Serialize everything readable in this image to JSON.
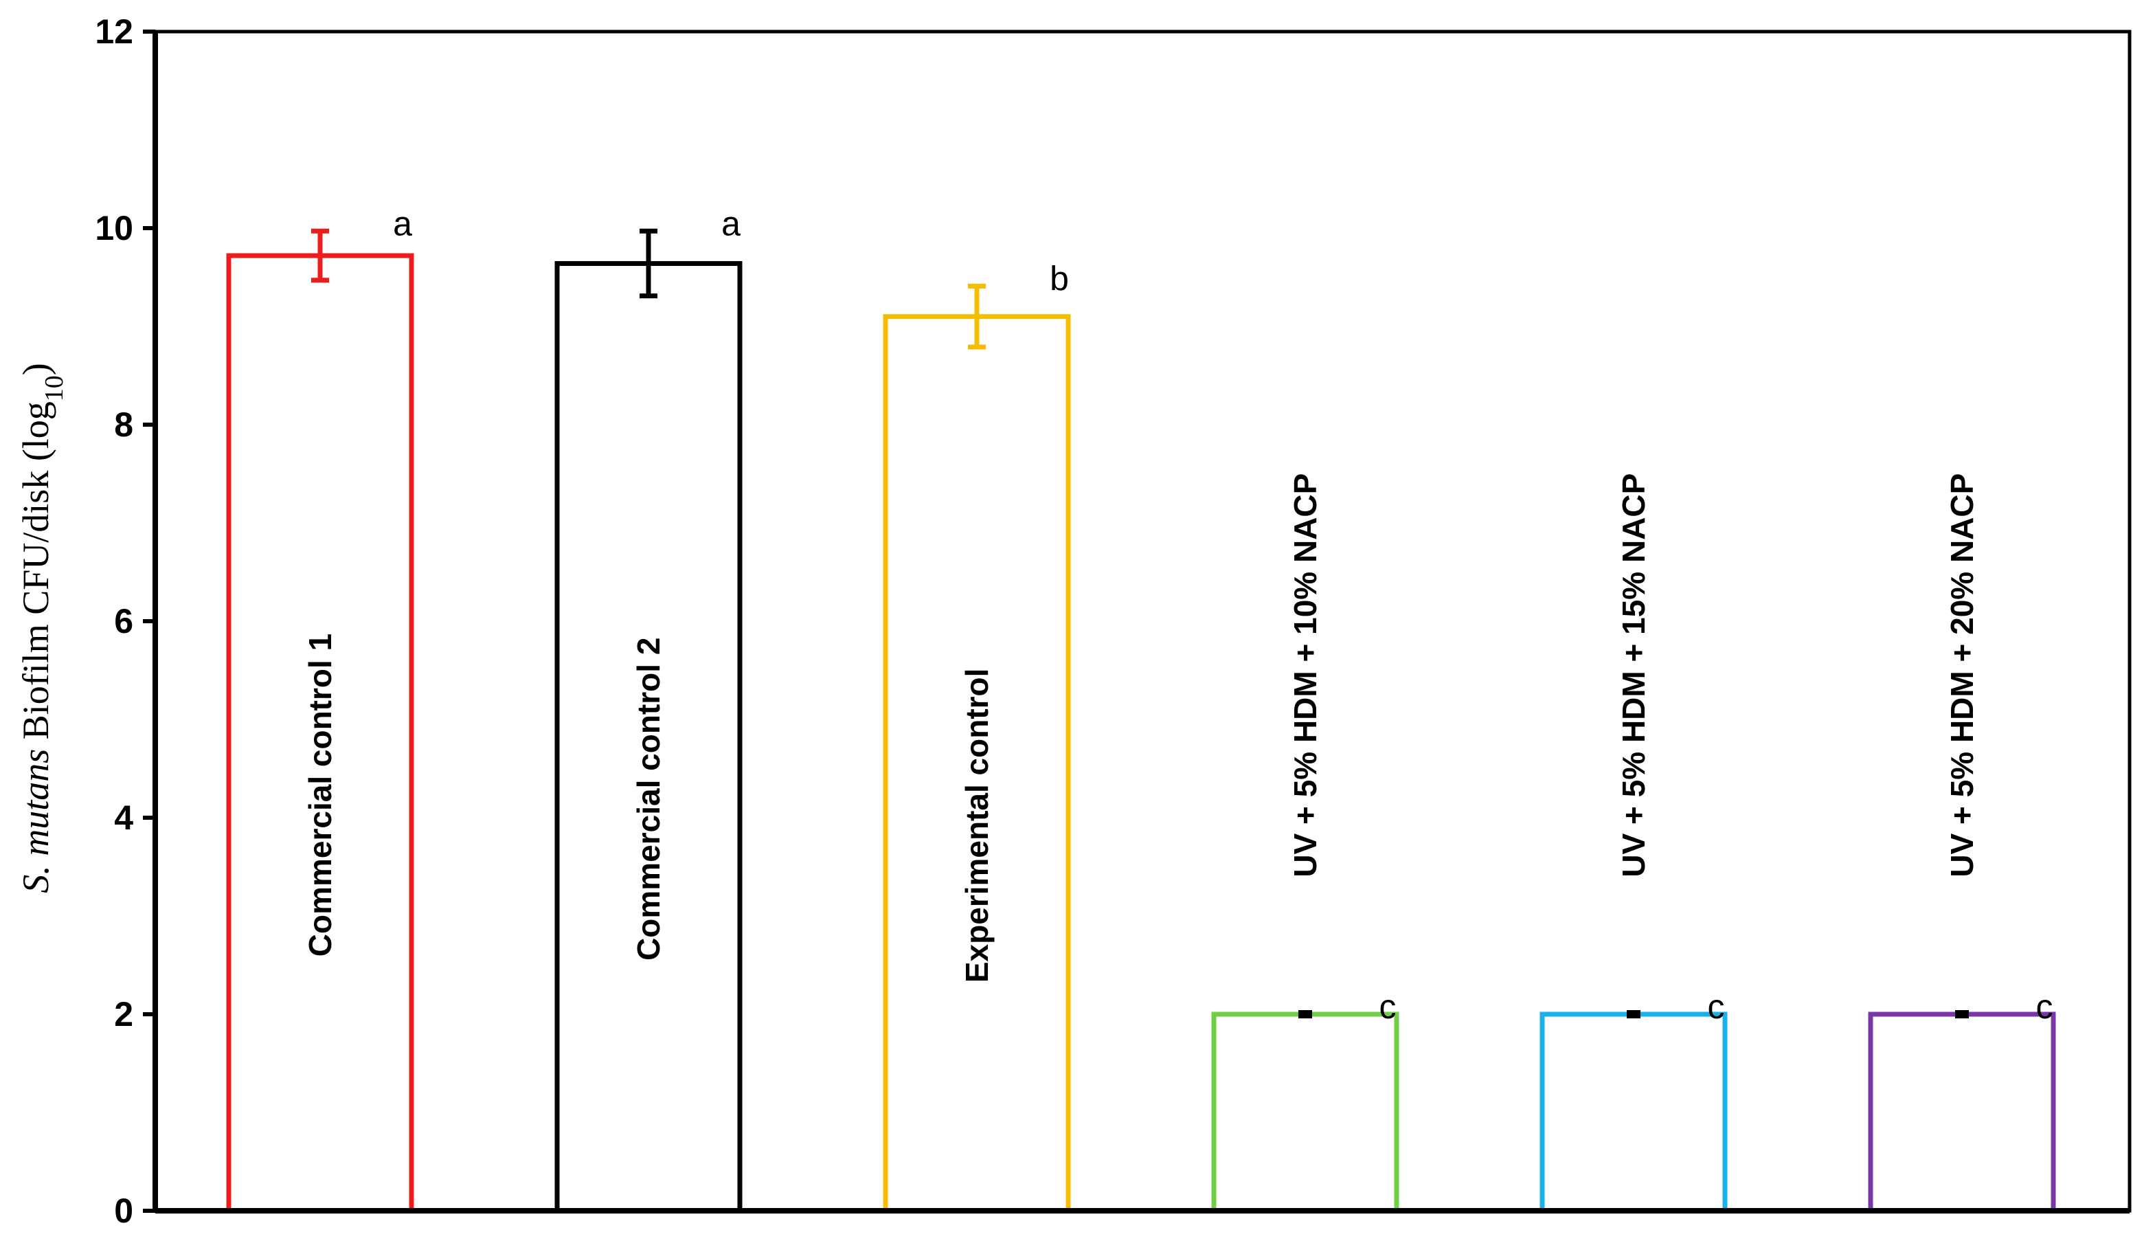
{
  "chart_data": {
    "type": "bar",
    "title": "",
    "xlabel": "",
    "ylabel": {
      "italic": "S. mutans",
      "text": " Biofilm CFU/disk (log",
      "subscript": "10",
      "suffix": ")"
    },
    "ylim": [
      0,
      12
    ],
    "yticks": [
      0,
      2,
      4,
      6,
      8,
      10,
      12
    ],
    "grid": false,
    "legend": "none",
    "bar_fill": "#ffffff",
    "bars": [
      {
        "label": "Commercial control 1",
        "value": 9.72,
        "error": 0.25,
        "color": "#ee1c1c",
        "letter": "a",
        "label_inside": true
      },
      {
        "label": "Commercial control 2",
        "value": 9.64,
        "error": 0.33,
        "color": "#000000",
        "letter": "a",
        "label_inside": true
      },
      {
        "label": "Experimental control",
        "value": 9.1,
        "error": 0.31,
        "color": "#f5bc00",
        "letter": "b",
        "label_inside": true
      },
      {
        "label": "UV + 5% HDM + 10% NACP",
        "value": 2.0,
        "error": 0.0,
        "color": "#6fcf45",
        "letter": "c",
        "label_inside": false
      },
      {
        "label": "UV + 5% HDM + 15% NACP",
        "value": 2.0,
        "error": 0.0,
        "color": "#1ab0ea",
        "letter": "c",
        "label_inside": false
      },
      {
        "label": "UV + 5% HDM + 20% NACP",
        "value": 2.0,
        "error": 0.0,
        "color": "#7a35a8",
        "letter": "c",
        "label_inside": false
      }
    ]
  }
}
